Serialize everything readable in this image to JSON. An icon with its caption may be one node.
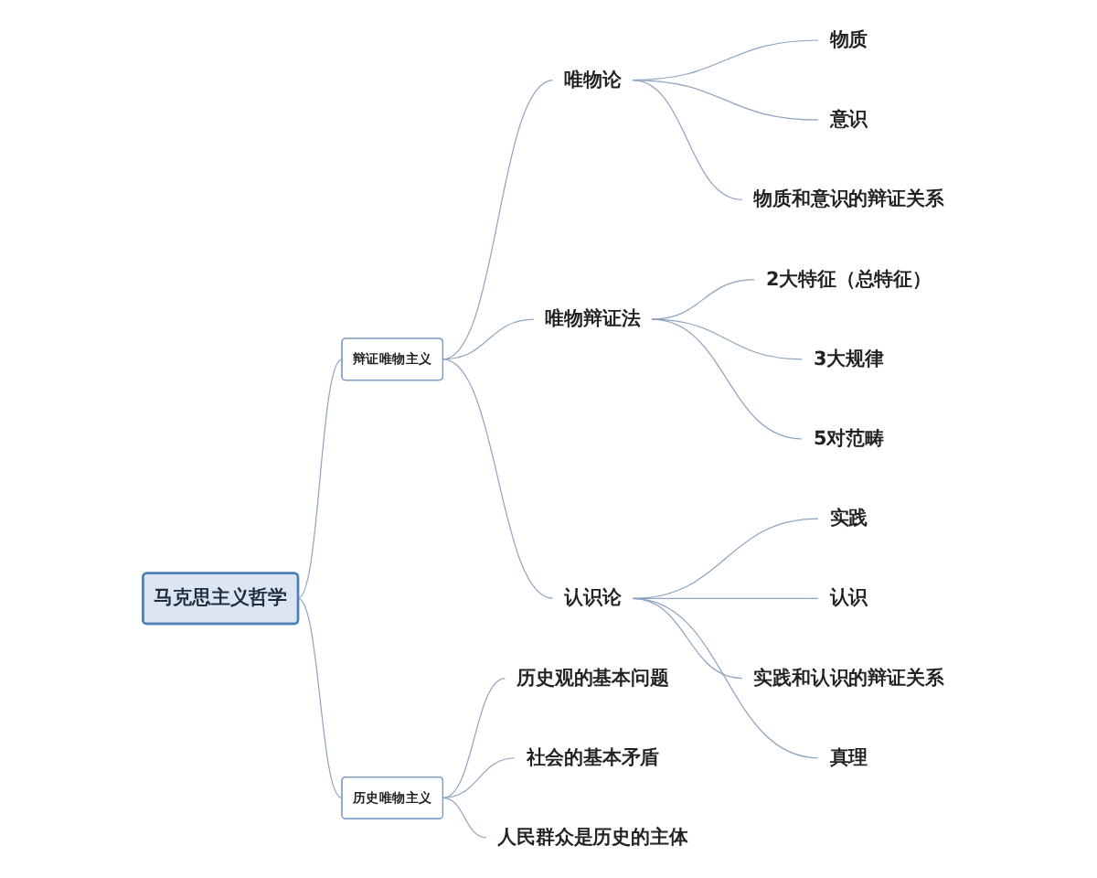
{
  "diagram": {
    "nodes": [
      {
        "text": [
          "马克思主义哲学"
        ]
      },
      {
        "text": [
          "辩证唯物主义"
        ]
      },
      {
        "text": [
          "唯物论"
        ]
      },
      {
        "text": [
          "物质"
        ]
      },
      {
        "text": [
          "意识"
        ]
      },
      {
        "text": [
          "物质和意识的辩证关系"
        ]
      },
      {
        "text": [
          "唯物辩证法"
        ]
      },
      {
        "text": [
          "2大特征（总特征）"
        ]
      },
      {
        "text": [
          "3大规律"
        ]
      },
      {
        "text": [
          "5对范畴"
        ]
      },
      {
        "text": [
          "认识论"
        ]
      },
      {
        "text": [
          "实践"
        ]
      },
      {
        "text": [
          "认识"
        ]
      },
      {
        "text": [
          "实践和认识的辩证关系"
        ]
      },
      {
        "text": [
          "真理"
        ]
      },
      {
        "text": [
          "历史唯物主义"
        ]
      },
      {
        "text": [
          "历史观的基本问题"
        ]
      },
      {
        "text": [
          "社会的基本矛盾"
        ]
      },
      {
        "text": [
          "人民群众是历史的主体"
        ]
      }
    ],
    "edges": [
      {
        "from": 0,
        "to": 1,
        "arrow": "none"
      },
      {
        "from": 1,
        "to": 2,
        "arrow": "none"
      },
      {
        "from": 2,
        "to": 3,
        "arrow": "none"
      },
      {
        "from": 2,
        "to": 4,
        "arrow": "none"
      },
      {
        "from": 2,
        "to": 5,
        "arrow": "none"
      },
      {
        "from": 1,
        "to": 6,
        "arrow": "none"
      },
      {
        "from": 6,
        "to": 7,
        "arrow": "none"
      },
      {
        "from": 6,
        "to": 8,
        "arrow": "none"
      },
      {
        "from": 6,
        "to": 9,
        "arrow": "none"
      },
      {
        "from": 1,
        "to": 10,
        "arrow": "none"
      },
      {
        "from": 10,
        "to": 11,
        "arrow": "none"
      },
      {
        "from": 10,
        "to": 12,
        "arrow": "none"
      },
      {
        "from": 10,
        "to": 13,
        "arrow": "none"
      },
      {
        "from": 10,
        "to": 14,
        "arrow": "none"
      },
      {
        "from": 0,
        "to": 15,
        "arrow": "none"
      },
      {
        "from": 15,
        "to": 16,
        "arrow": "none"
      },
      {
        "from": 15,
        "to": 17,
        "arrow": "none"
      },
      {
        "from": 15,
        "to": 18,
        "arrow": "none"
      }
    ]
  }
}
